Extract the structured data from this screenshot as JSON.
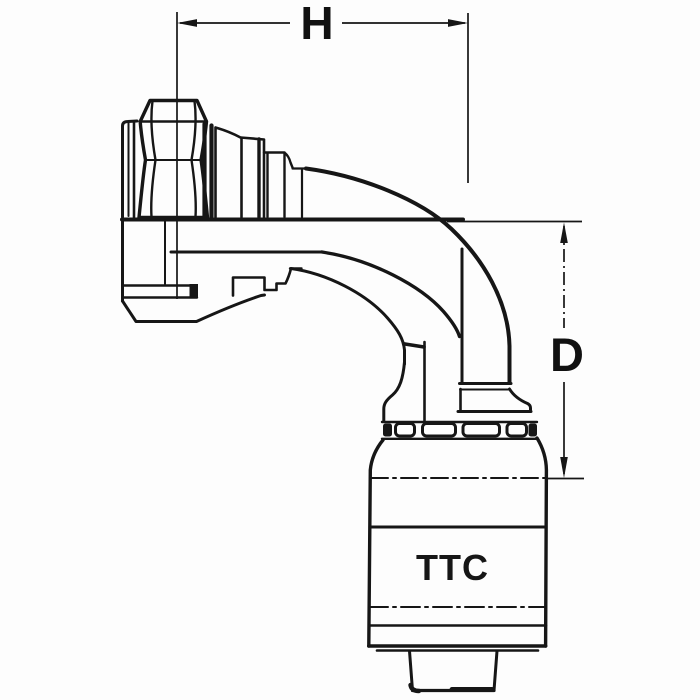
{
  "labels": {
    "dim_horizontal": "H",
    "dim_vertical": "D",
    "ferrule_marking": "TTC"
  },
  "colors": {
    "line": "#161616",
    "background": "#fdfdfd"
  }
}
